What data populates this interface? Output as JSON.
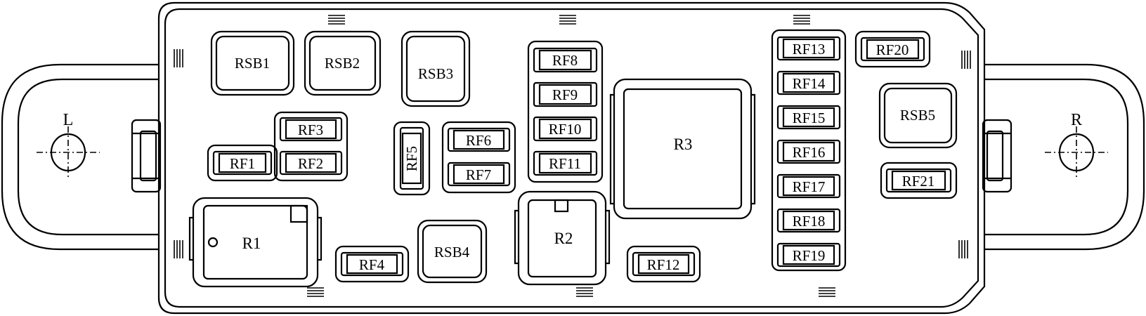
{
  "side_labels": {
    "left": "L",
    "right": "R"
  },
  "relay_labels": {
    "rsb1": "RSB1",
    "rsb2": "RSB2",
    "rsb3": "RSB3",
    "rsb4": "RSB4",
    "rsb5": "RSB5",
    "r1": "R1",
    "r2": "R2",
    "r3": "R3"
  },
  "fuse_labels": {
    "rf1": "RF1",
    "rf2": "RF2",
    "rf3": "RF3",
    "rf4": "RF4",
    "rf5": "RF5",
    "rf6": "RF6",
    "rf7": "RF7",
    "rf8": "RF8",
    "rf9": "RF9",
    "rf10": "RF10",
    "rf11": "RF11",
    "rf12": "RF12",
    "rf13": "RF13",
    "rf14": "RF14",
    "rf15": "RF15",
    "rf16": "RF16",
    "rf17": "RF17",
    "rf18": "RF18",
    "rf19": "RF19",
    "rf20": "RF20",
    "rf21": "RF21"
  }
}
